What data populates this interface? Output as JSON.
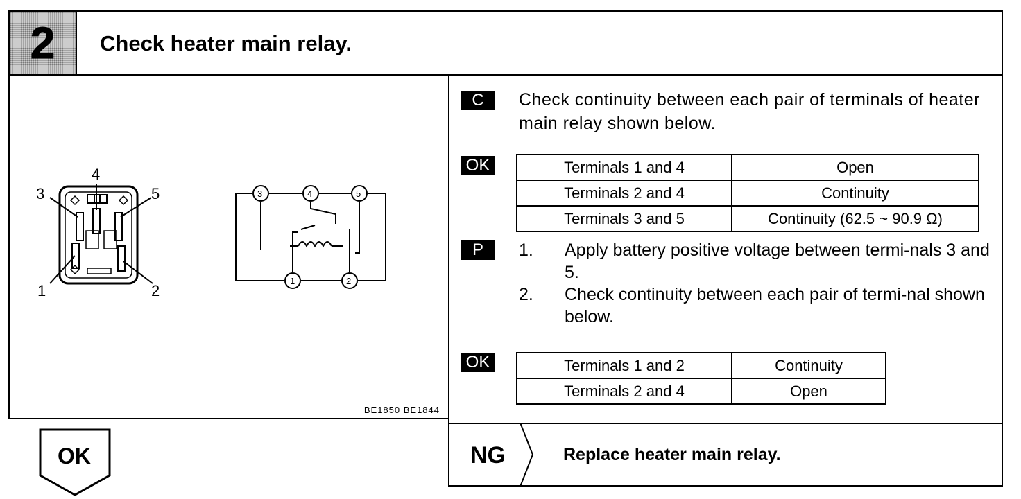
{
  "header": {
    "step_number": "2",
    "title": "Check heater main relay."
  },
  "figure": {
    "code": "BE1850   BE1844",
    "connector_labels": [
      "1",
      "2",
      "3",
      "4",
      "5"
    ],
    "schematic_labels": [
      "3",
      "4",
      "5",
      "1",
      "2"
    ]
  },
  "right": {
    "tag_c": "C",
    "check_text": "Check continuity between each pair of terminals of heater main relay shown below.",
    "tag_ok1": "OK",
    "table1": [
      {
        "terminals": "Terminals 1 and 4",
        "result": "Open"
      },
      {
        "terminals": "Terminals 2 and 4",
        "result": "Continuity"
      },
      {
        "terminals": "Terminals 3 and 5",
        "result": "Continuity (62.5 ~ 90.9 Ω)"
      }
    ],
    "tag_p": "P",
    "steps": [
      {
        "no": "1.",
        "text": "Apply battery positive voltage between termi-nals 3 and 5."
      },
      {
        "no": "2.",
        "text": "Check continuity between each pair of termi-nal shown below."
      }
    ],
    "tag_ok2": "OK",
    "table2": [
      {
        "terminals": "Terminals 1 and 2",
        "result": "Continuity"
      },
      {
        "terminals": "Terminals 2 and 4",
        "result": "Open"
      }
    ]
  },
  "bottom": {
    "ok_label": "OK",
    "ng_label": "NG",
    "ng_text": "Replace heater main relay."
  }
}
